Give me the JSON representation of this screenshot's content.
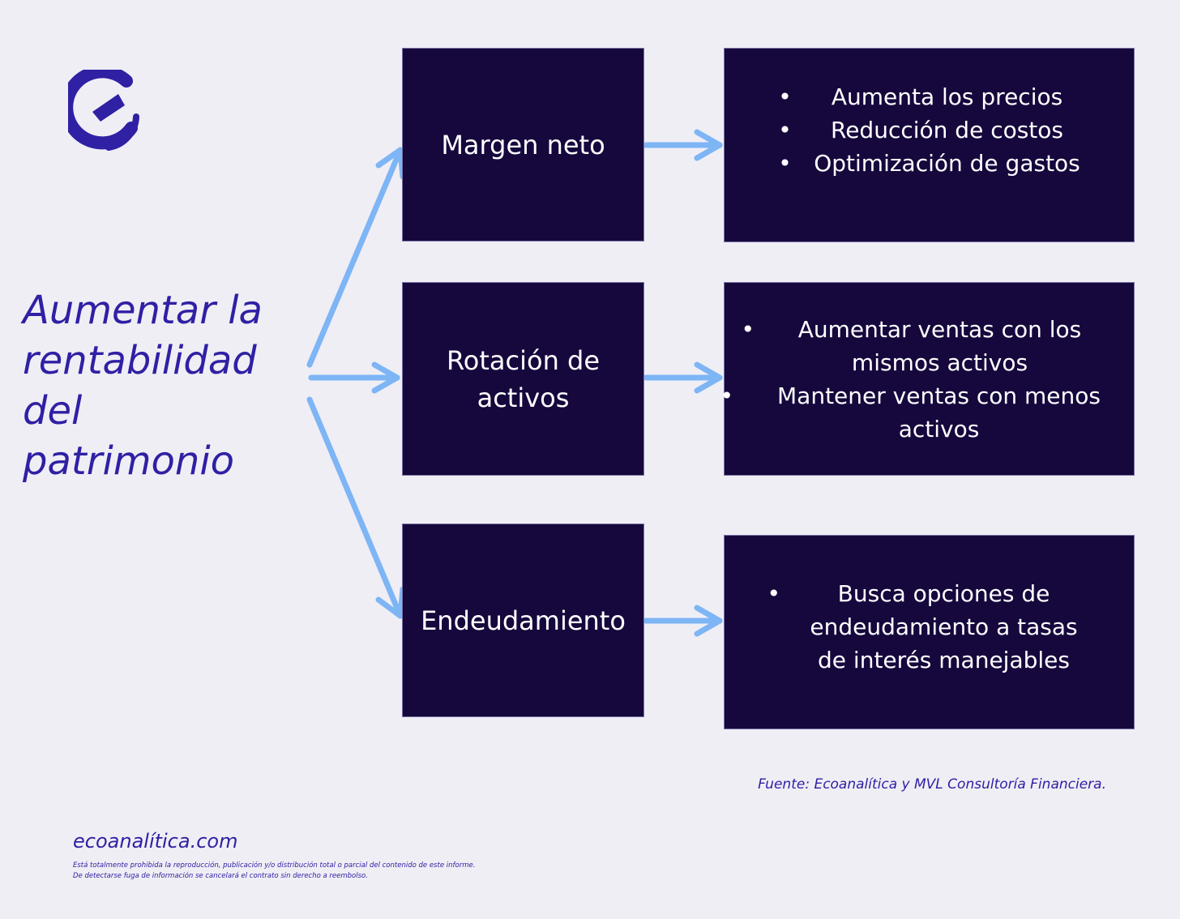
{
  "logo": {
    "icon": "ecoanalitica-logo-icon",
    "color": "#2f20a4"
  },
  "title": "Aumentar la\nrentabilidad\ndel\npatrimonio",
  "factors": [
    {
      "label": "Margen neto"
    },
    {
      "label": "Rotación de activos"
    },
    {
      "label": "Endeudamiento"
    }
  ],
  "actions": [
    {
      "items": [
        "Aumenta los precios",
        "Reducción de costos",
        "Optimización de gastos"
      ]
    },
    {
      "items": [
        "Aumentar ventas con los mismos activos",
        "Mantener ventas con menos activos"
      ]
    },
    {
      "items": [
        "Busca opciones de endeudamiento a tasas de interés manejables"
      ]
    }
  ],
  "source": "Fuente: Ecoanalítica y MVL Consultoría Financiera.",
  "website": "ecoanalítica.com",
  "disclaimer": [
    "Está totalmente prohibida la reproducción, publicación y/o distribución total o parcial del contenido de este informe.",
    "De detectarse fuga de información se cancelará el contrato sin derecho a reembolso."
  ],
  "colors": {
    "background": "#efeef5",
    "box": "#16083d",
    "arrow": "#7db5f5",
    "accent": "#2f20a4"
  }
}
